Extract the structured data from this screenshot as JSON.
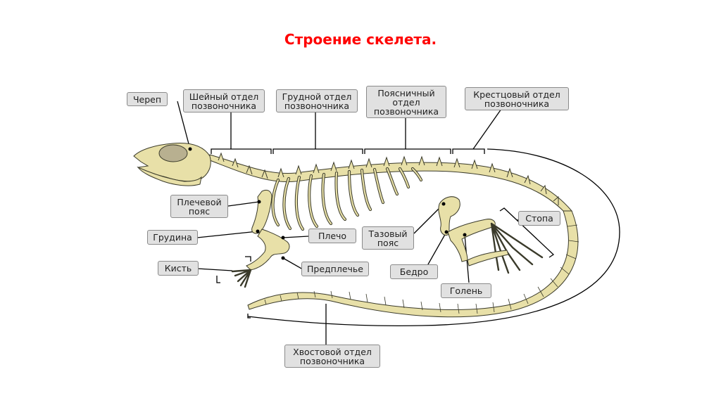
{
  "title": "Строение скелета.",
  "labels": {
    "skull": "Череп",
    "cervical": "Шейный отдел\nпозвоночника",
    "thoracic": "Грудной отдел\nпозвоночника",
    "lumbar": "Поясничный\nотдел\nпозвоночника",
    "sacral": "Крестцовый отдел\nпозвоночника",
    "shoulder_girdle": "Плечевой\nпояс",
    "sternum": "Грудина",
    "hand": "Кисть",
    "humerus": "Плечо",
    "forearm": "Предплечье",
    "pelvic_girdle": "Тазовый\nпояс",
    "femur": "Бедро",
    "shin": "Голень",
    "foot": "Стопа",
    "caudal": "Хвостовой отдел\nпозвоночника"
  },
  "colors": {
    "bone": "#e8e0a8",
    "bone_outline": "#3a3a2a",
    "label_bg": "#e1e1e1",
    "title": "#ff0000"
  }
}
